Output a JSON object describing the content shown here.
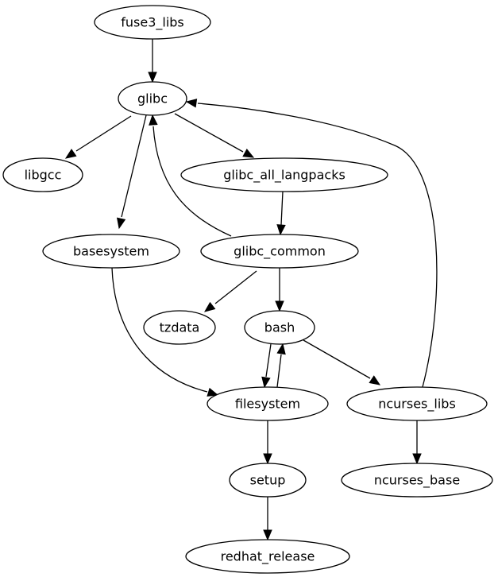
{
  "graph": {
    "type": "directed",
    "nodes": [
      {
        "id": "fuse3_libs",
        "label": "fuse3_libs"
      },
      {
        "id": "glibc",
        "label": "glibc"
      },
      {
        "id": "libgcc",
        "label": "libgcc"
      },
      {
        "id": "glibc_all_langpacks",
        "label": "glibc_all_langpacks"
      },
      {
        "id": "basesystem",
        "label": "basesystem"
      },
      {
        "id": "glibc_common",
        "label": "glibc_common"
      },
      {
        "id": "tzdata",
        "label": "tzdata"
      },
      {
        "id": "bash",
        "label": "bash"
      },
      {
        "id": "filesystem",
        "label": "filesystem"
      },
      {
        "id": "ncurses_libs",
        "label": "ncurses_libs"
      },
      {
        "id": "setup",
        "label": "setup"
      },
      {
        "id": "ncurses_base",
        "label": "ncurses_base"
      },
      {
        "id": "redhat_release",
        "label": "redhat_release"
      }
    ],
    "edges": [
      {
        "from": "fuse3_libs",
        "to": "glibc"
      },
      {
        "from": "glibc",
        "to": "libgcc"
      },
      {
        "from": "glibc",
        "to": "glibc_all_langpacks"
      },
      {
        "from": "glibc",
        "to": "basesystem"
      },
      {
        "from": "glibc_all_langpacks",
        "to": "glibc_common"
      },
      {
        "from": "glibc_common",
        "to": "glibc"
      },
      {
        "from": "glibc_common",
        "to": "tzdata"
      },
      {
        "from": "glibc_common",
        "to": "bash"
      },
      {
        "from": "basesystem",
        "to": "filesystem"
      },
      {
        "from": "bash",
        "to": "filesystem"
      },
      {
        "from": "filesystem",
        "to": "bash"
      },
      {
        "from": "bash",
        "to": "ncurses_libs"
      },
      {
        "from": "ncurses_libs",
        "to": "glibc"
      },
      {
        "from": "ncurses_libs",
        "to": "ncurses_base"
      },
      {
        "from": "filesystem",
        "to": "setup"
      },
      {
        "from": "setup",
        "to": "redhat_release"
      }
    ]
  }
}
